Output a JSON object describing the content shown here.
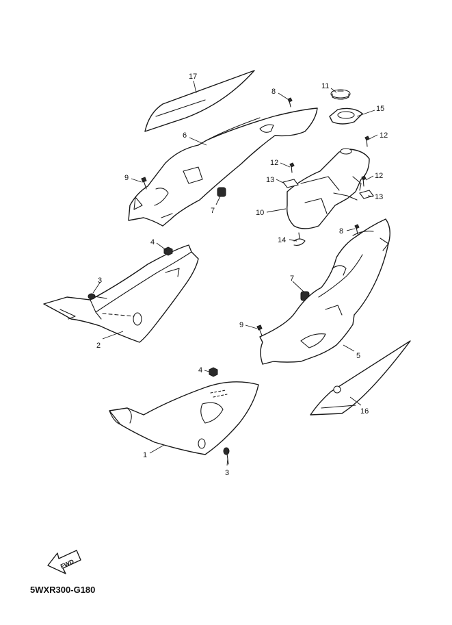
{
  "diagram": {
    "code": "5WXR300-G180",
    "direction_label": "FWD",
    "callouts": {
      "c17": "17",
      "c8a": "8",
      "c11": "11",
      "c15": "15",
      "c6": "6",
      "c12a": "12",
      "c9a": "9",
      "c12b": "12",
      "c13a": "13",
      "c12c": "12",
      "c7a": "7",
      "c13b": "13",
      "c10": "10",
      "c8b": "8",
      "c14": "14",
      "c4a": "4",
      "c3a": "3",
      "c7b": "7",
      "c2": "2",
      "c9b": "9",
      "c5": "5",
      "c4b": "4",
      "c16": "16",
      "c1": "1",
      "c3b": "3"
    }
  }
}
